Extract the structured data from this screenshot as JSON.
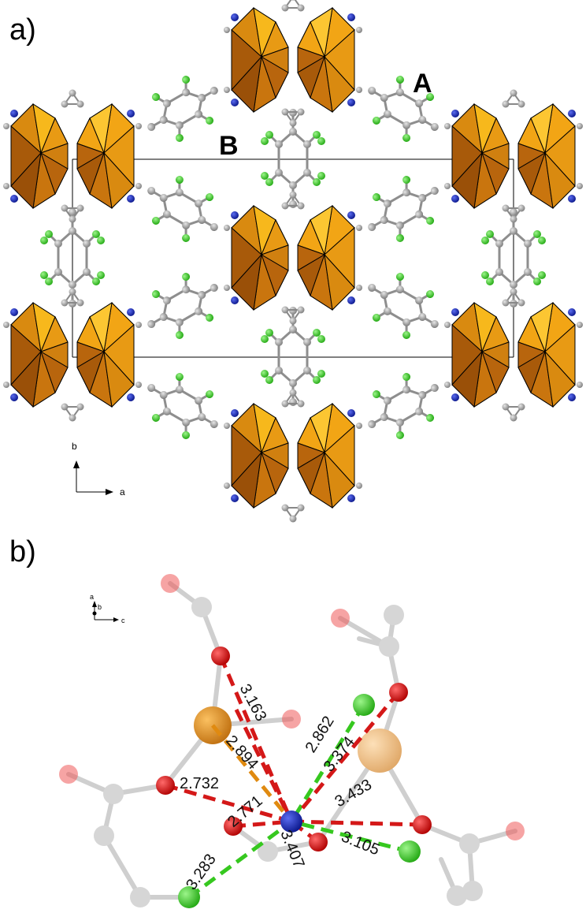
{
  "panels": {
    "a": {
      "label": "a)",
      "cell_labels": {
        "A": "A",
        "B": "B"
      },
      "axes": {
        "vertical": "b",
        "horizontal": "a"
      }
    },
    "b": {
      "label": "b)",
      "axes": {
        "up": "a",
        "depth": "b",
        "right": "c"
      }
    }
  },
  "distances": [
    "3.163",
    "2.894",
    "2.862",
    "3.374",
    "2.732",
    "2.771",
    "3.433",
    "3.407",
    "3.105",
    "3.283"
  ],
  "colors": {
    "polyhedron_light": "#f7b81c",
    "polyhedron_dark": "#b8650d",
    "carbon": "#8e8e8e",
    "fluorine": "#36d11d",
    "nitrogen": "#1024a8",
    "oxygen": "#dd0808",
    "metal_a": "#d98a10",
    "metal_b": "#f1c282",
    "contact_red": "#d41818",
    "contact_green": "#36c81f",
    "contact_orange": "#e08a10"
  }
}
